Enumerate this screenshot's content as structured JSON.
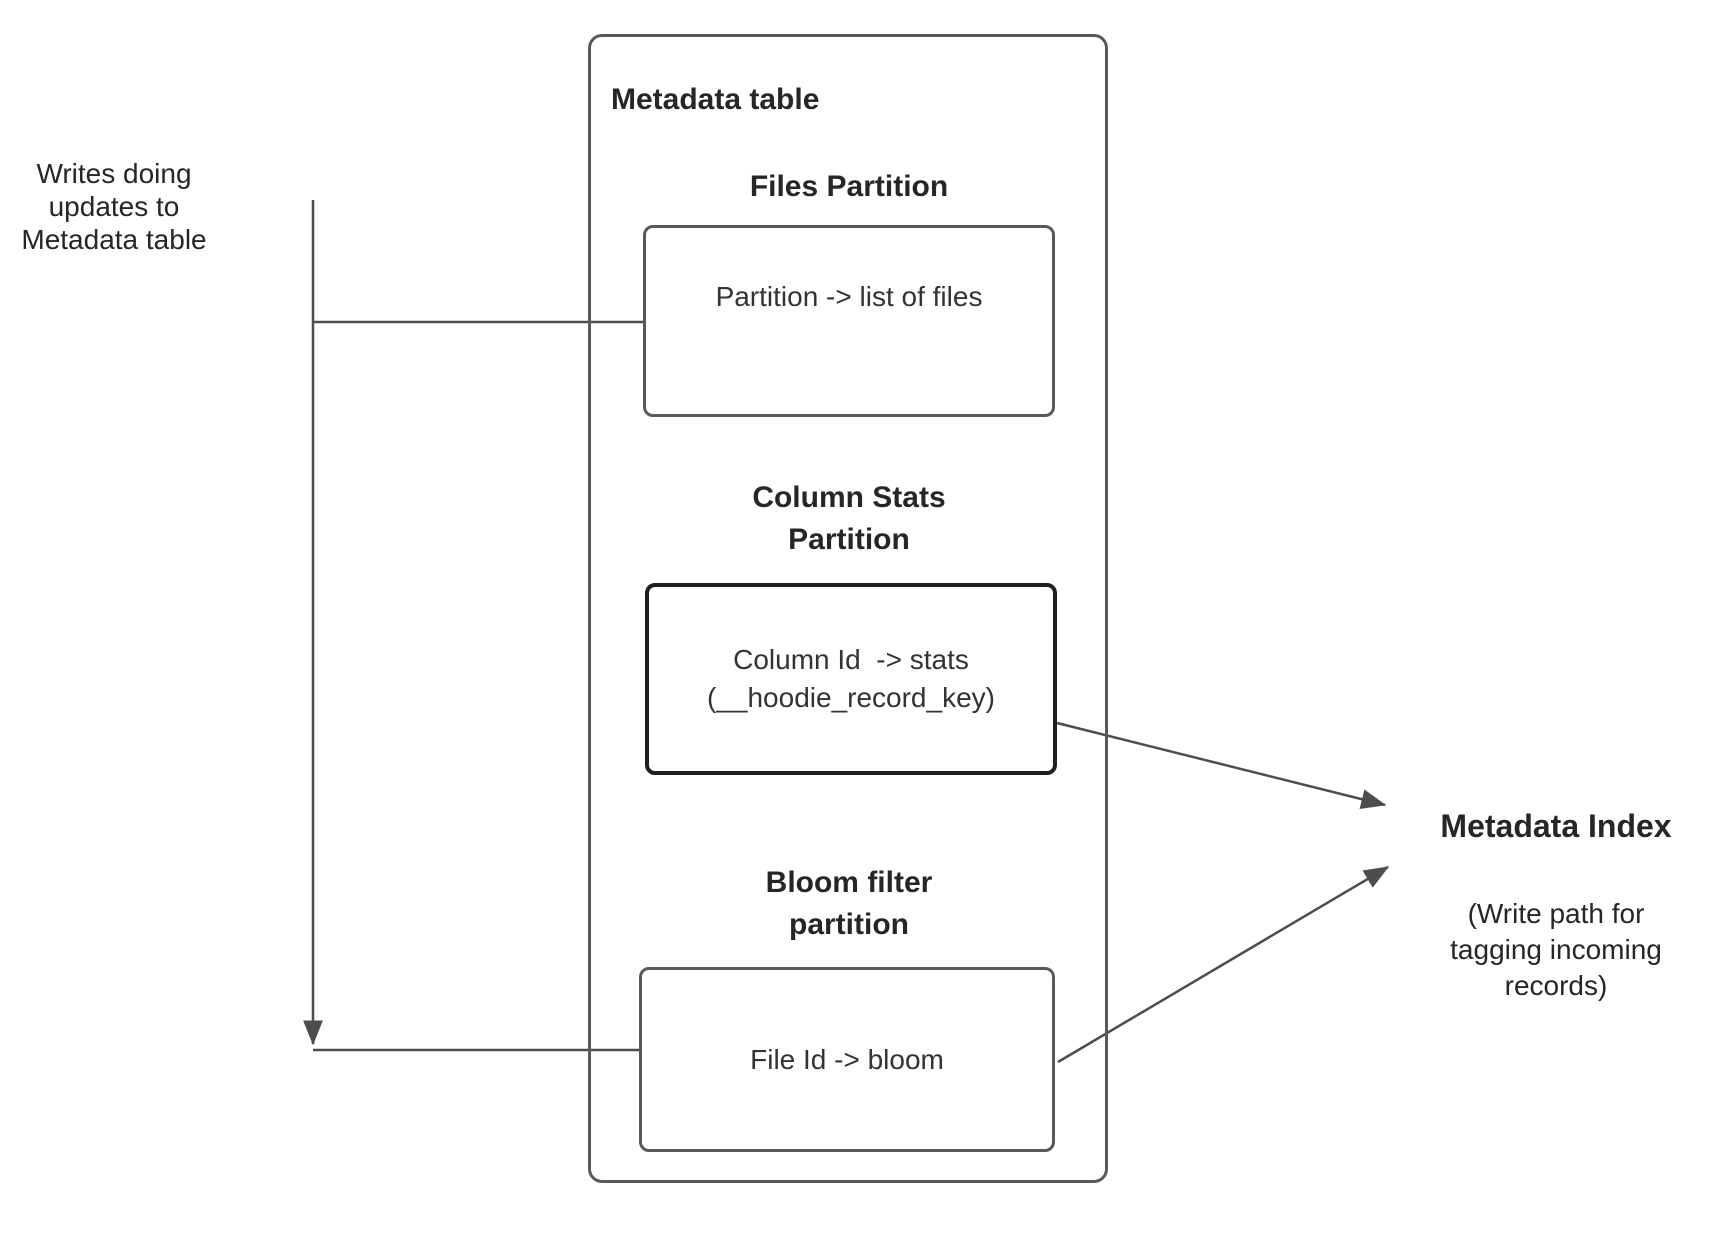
{
  "notes": {
    "writes_note": "Writes doing\nupdates to\nMetadata table"
  },
  "metadata_table": {
    "title": "Metadata table",
    "files_partition": {
      "heading": "Files Partition",
      "mapping": "Partition -> list of files"
    },
    "column_stats_partition": {
      "heading": "Column Stats\nPartition",
      "mapping": "Column Id  -> stats\n(__hoodie_record_key)"
    },
    "bloom_filter_partition": {
      "heading": "Bloom filter\npartition",
      "mapping": "File Id -> bloom"
    }
  },
  "metadata_index": {
    "title": "Metadata Index",
    "subtitle": "(Write path for\ntagging incoming\nrecords)"
  },
  "colors": {
    "connector_line": "#4d4d4d",
    "box_border": "#595959",
    "highlight_box_border": "#1f1f1f",
    "text": "#262626"
  }
}
